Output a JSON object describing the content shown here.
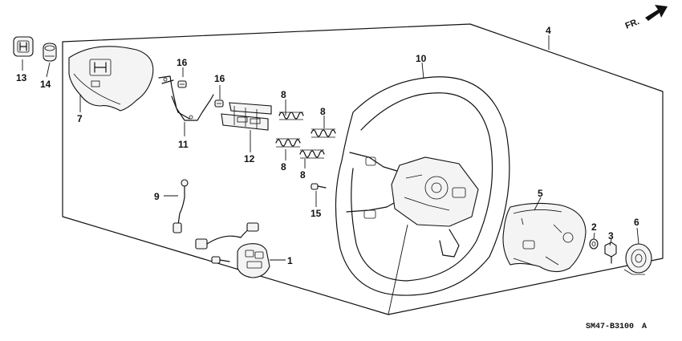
{
  "diagram": {
    "direction_label": "FR.",
    "drawing_code": "SM47-B3100",
    "drawing_suffix": "A",
    "callouts": [
      {
        "id": "c1",
        "text": "1"
      },
      {
        "id": "c2",
        "text": "2"
      },
      {
        "id": "c3",
        "text": "3"
      },
      {
        "id": "c4",
        "text": "4"
      },
      {
        "id": "c5",
        "text": "5"
      },
      {
        "id": "c6",
        "text": "6"
      },
      {
        "id": "c7",
        "text": "7"
      },
      {
        "id": "c8a",
        "text": "8"
      },
      {
        "id": "c8b",
        "text": "8"
      },
      {
        "id": "c8c",
        "text": "8"
      },
      {
        "id": "c8d",
        "text": "8"
      },
      {
        "id": "c9",
        "text": "9"
      },
      {
        "id": "c10",
        "text": "10"
      },
      {
        "id": "c11",
        "text": "11"
      },
      {
        "id": "c12",
        "text": "12"
      },
      {
        "id": "c13",
        "text": "13"
      },
      {
        "id": "c14",
        "text": "14"
      },
      {
        "id": "c15",
        "text": "15"
      },
      {
        "id": "c16a",
        "text": "16"
      },
      {
        "id": "c16b",
        "text": "16"
      }
    ]
  }
}
